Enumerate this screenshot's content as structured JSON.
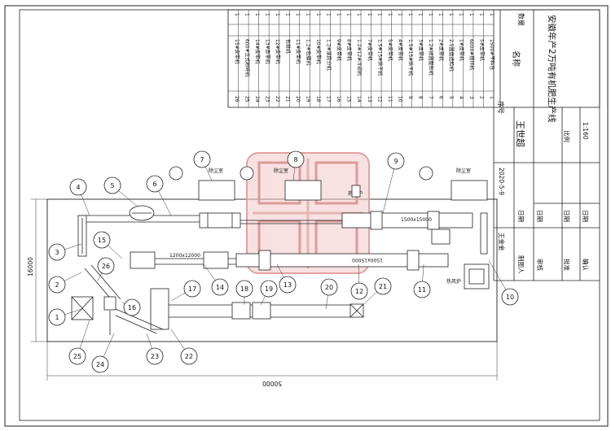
{
  "title_block": {
    "project": "安徽年产2万吨有机肥生产线",
    "designer": "王世超",
    "date": "2020-5-9",
    "scale_label": "比例",
    "scale": "1:160",
    "rows": [
      "制图人",
      "审核",
      "批准",
      "确认"
    ],
    "date_label": "日期",
    "engineer": "王金金"
  },
  "bom": {
    "col_seq": "序号",
    "col_name": "名称",
    "col_qty": "数量",
    "items": [
      {
        "n": "1",
        "name": "1500#平料仓",
        "qty": "1"
      },
      {
        "n": "2",
        "name": "5#皮带机",
        "qty": "1"
      },
      {
        "n": "3",
        "name": "6000#搅拌机",
        "qty": "1"
      },
      {
        "n": "4",
        "name": "1#皮带机",
        "qty": "1"
      },
      {
        "n": "5",
        "name": "2.5圆盘造粒机",
        "qty": "1"
      },
      {
        "n": "6",
        "name": "2#皮带机",
        "qty": "1"
      },
      {
        "n": "7",
        "name": "1.2#抛圆整形机",
        "qty": "1"
      },
      {
        "n": "8",
        "name": "3#皮带机",
        "qty": "1"
      },
      {
        "n": "9",
        "name": "1.5#15#烘干机",
        "qty": "1"
      },
      {
        "n": "10",
        "name": "4#皮带机",
        "qty": "1"
      },
      {
        "n": "11",
        "name": "5#皮带机",
        "qty": "1"
      },
      {
        "n": "12",
        "name": "1.5#15#烘干机",
        "qty": "1"
      },
      {
        "n": "13",
        "name": "7#皮带机",
        "qty": "1"
      },
      {
        "n": "14",
        "name": "1.2#12#冷却机",
        "qty": "1"
      },
      {
        "n": "15",
        "name": "8#皮带机",
        "qty": "1"
      },
      {
        "n": "16",
        "name": "9#皮带机",
        "qty": "1"
      },
      {
        "n": "17",
        "name": "1.2#滚筒分机",
        "qty": "1"
      },
      {
        "n": "18",
        "name": "10#皮带机",
        "qty": "1"
      },
      {
        "n": "19",
        "name": "1.2#包膜机",
        "qty": "1"
      },
      {
        "n": "20",
        "name": "11#皮带机",
        "qty": "1"
      },
      {
        "n": "21",
        "name": "包装机",
        "qty": "1"
      },
      {
        "n": "22",
        "name": "12#皮带机",
        "qty": "1"
      },
      {
        "n": "23",
        "name": "13#皮带机",
        "qty": "1"
      },
      {
        "n": "24",
        "name": "14#皮带机",
        "qty": "1"
      },
      {
        "n": "25",
        "name": "600#立式粉碎机",
        "qty": "1"
      },
      {
        "n": "26",
        "name": "15#皮带机",
        "qty": "1"
      }
    ]
  },
  "plan": {
    "dim_width": "50000",
    "dim_height": "16000",
    "dryer_dim_1": "1500x15000",
    "dryer_dim_2": "1500x15000",
    "cooler_dim": "1200x12000",
    "dust_room": "除尘室",
    "hot_stove": "热风炉",
    "callouts": [
      "1",
      "2",
      "3",
      "4",
      "5",
      "6",
      "7",
      "8",
      "9",
      "10",
      "11",
      "12",
      "13",
      "14",
      "15",
      "16",
      "17",
      "18",
      "19",
      "20",
      "21",
      "22",
      "23",
      "24",
      "25",
      "26"
    ]
  },
  "colors": {
    "line": "#222222",
    "stamp": "#e3a2a2"
  }
}
